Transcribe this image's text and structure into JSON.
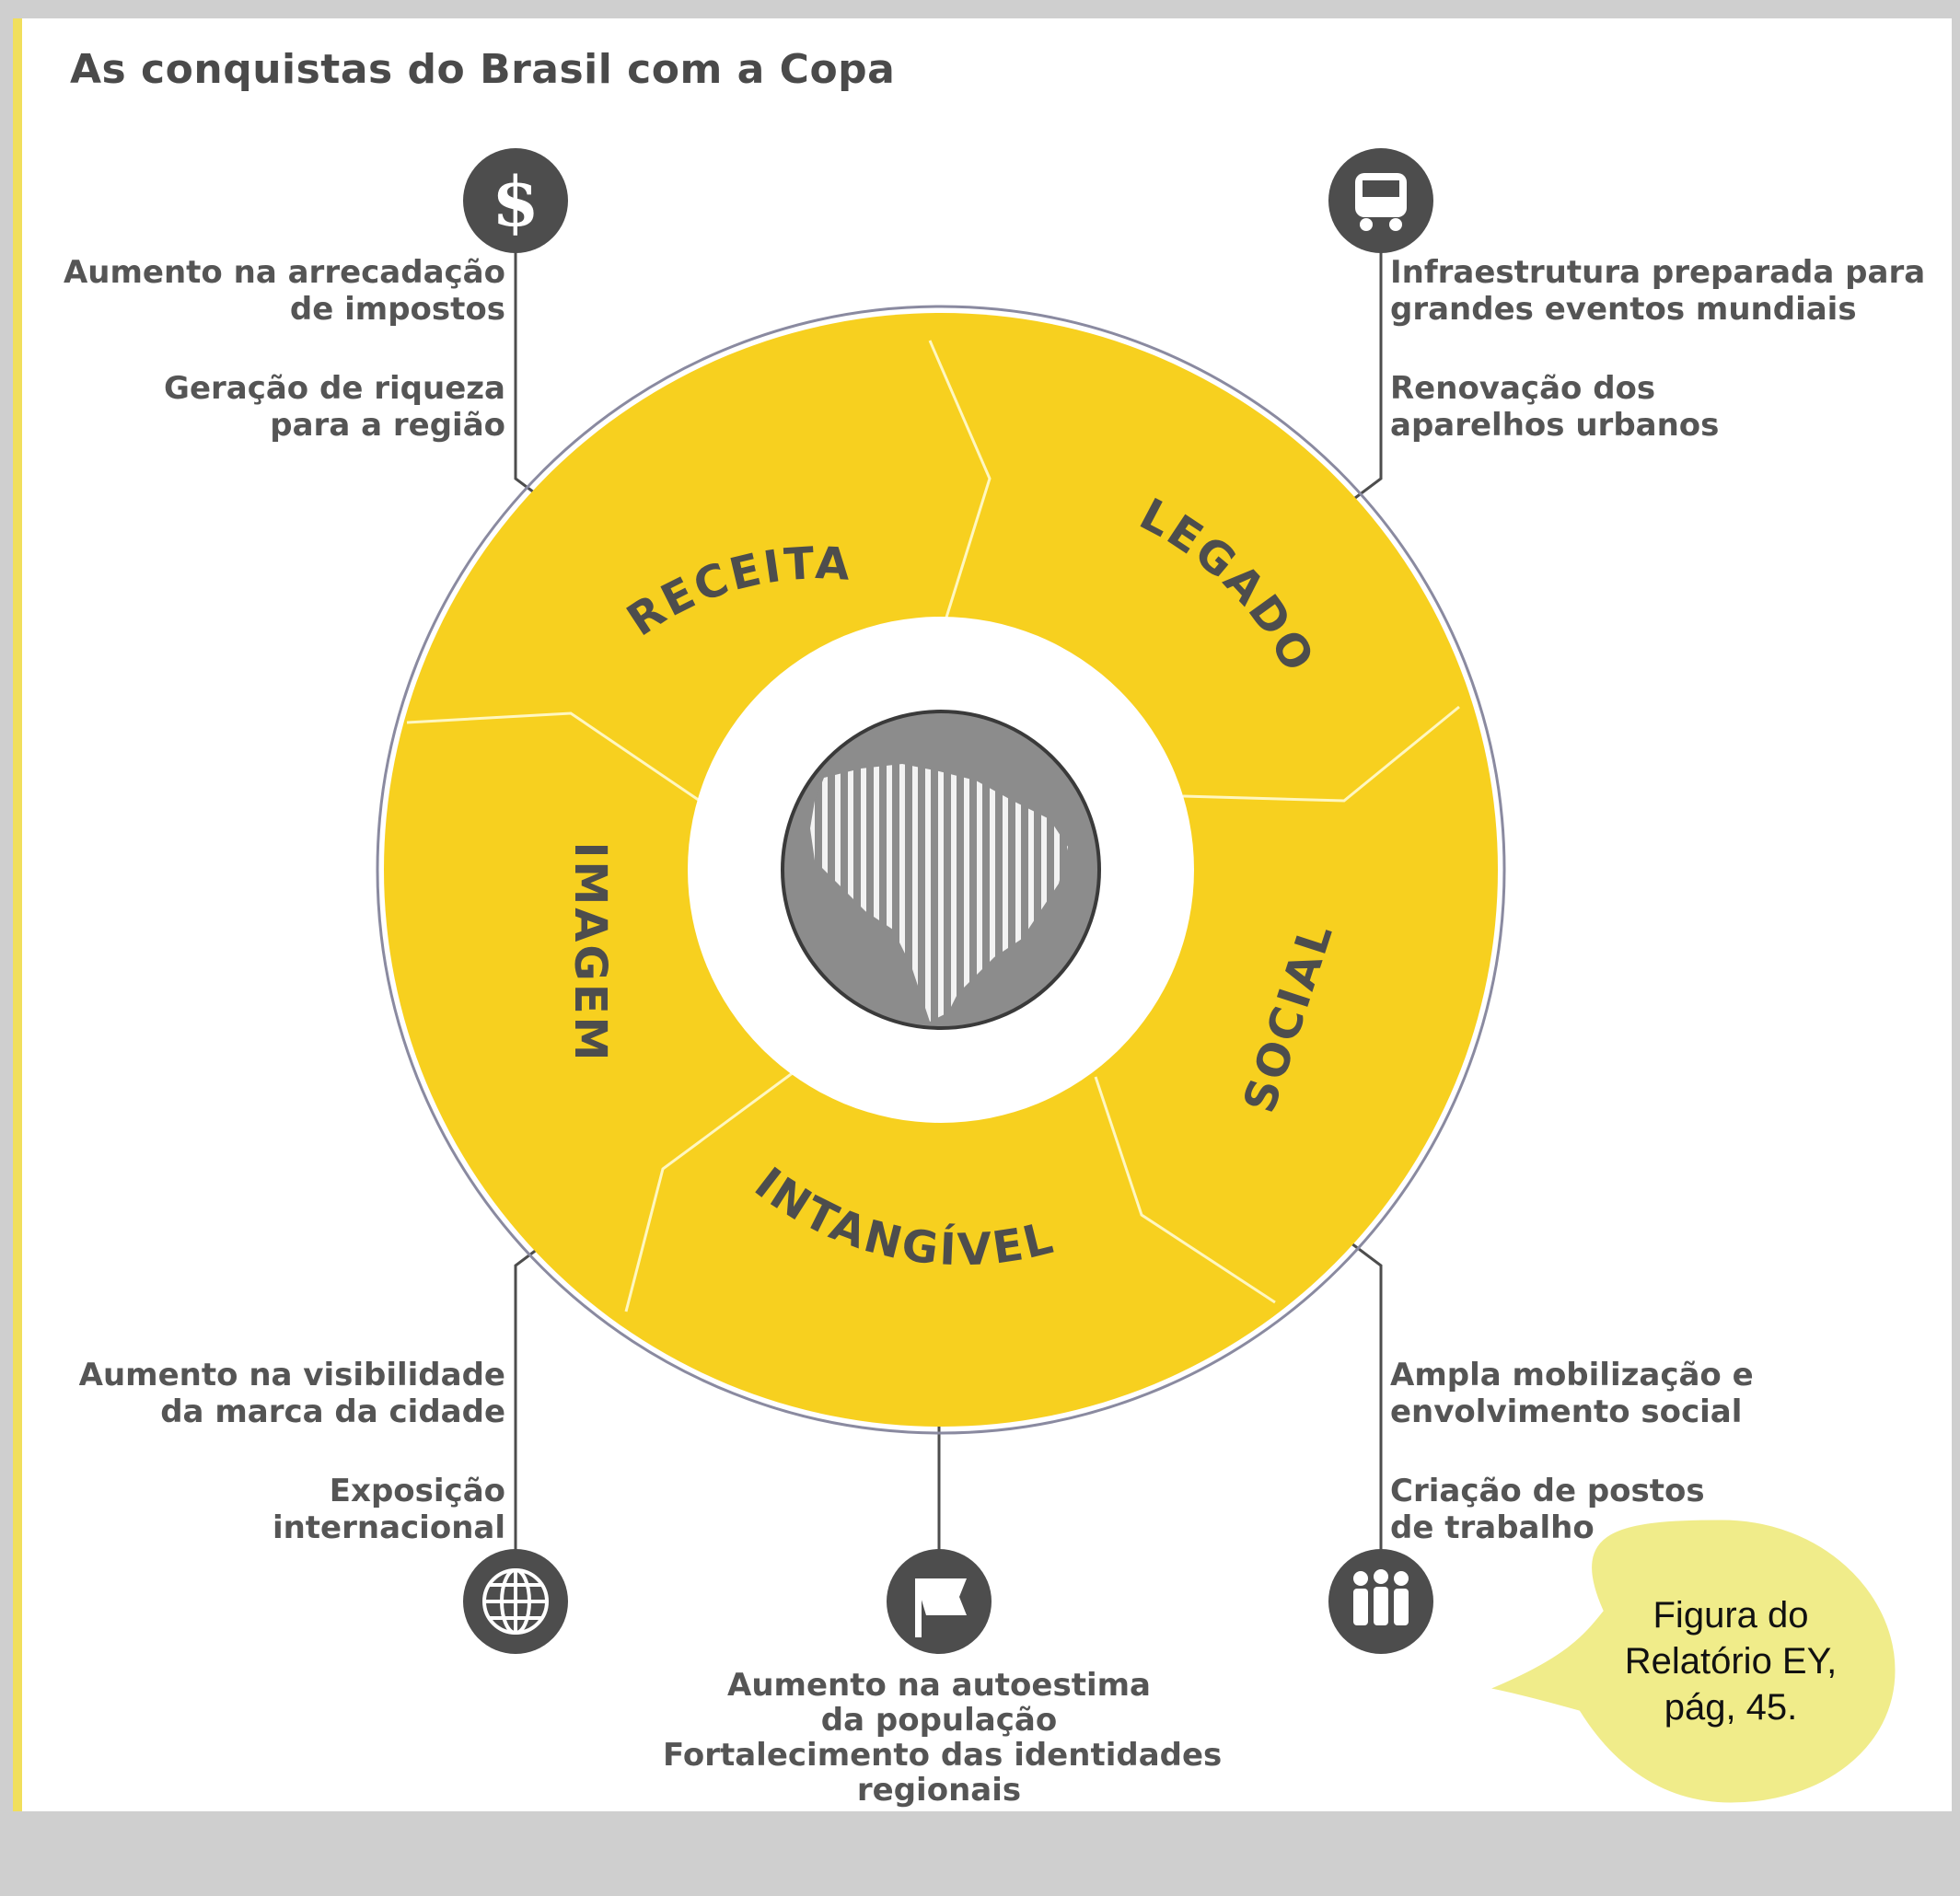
{
  "title": "As conquistas do Brasil com a Copa",
  "segments": [
    "RECEITA",
    "LEGADO",
    "SOCIAL",
    "INTANGÍVEL",
    "IMAGEM"
  ],
  "benefits": {
    "receita": [
      "Aumento na arrecadação",
      "de impostos",
      "Geração de riqueza",
      "para a região"
    ],
    "legado": [
      "Infraestrutura preparada para",
      "grandes eventos mundiais",
      "Renovação dos",
      "aparelhos urbanos"
    ],
    "imagem": [
      "Aumento na visibilidade",
      "da marca da cidade",
      "Exposição",
      "internacional"
    ],
    "social": [
      "Ampla mobilização e",
      "envolvimento social",
      "Criação de postos",
      "de trabalho"
    ],
    "intangivel": [
      "Aumento na autoestima",
      "da população",
      "Fortalecimento das identidades",
      "regionais"
    ]
  },
  "icons": {
    "receita": "dollar-icon",
    "legado": "bus-icon",
    "imagem": "globe-icon",
    "intangivel": "flag-icon",
    "social": "people-icon"
  },
  "callout": [
    "Figura do",
    "Relatório EY,",
    "pág, 45."
  ],
  "colors": {
    "ring_fill": "#f7d01f",
    "ring_outline": "#8a8aa0",
    "icon_fill": "#4d4d4d",
    "center_fill": "#8c8c8c",
    "callout_fill": "#f0ec8a",
    "text": "#555555"
  }
}
